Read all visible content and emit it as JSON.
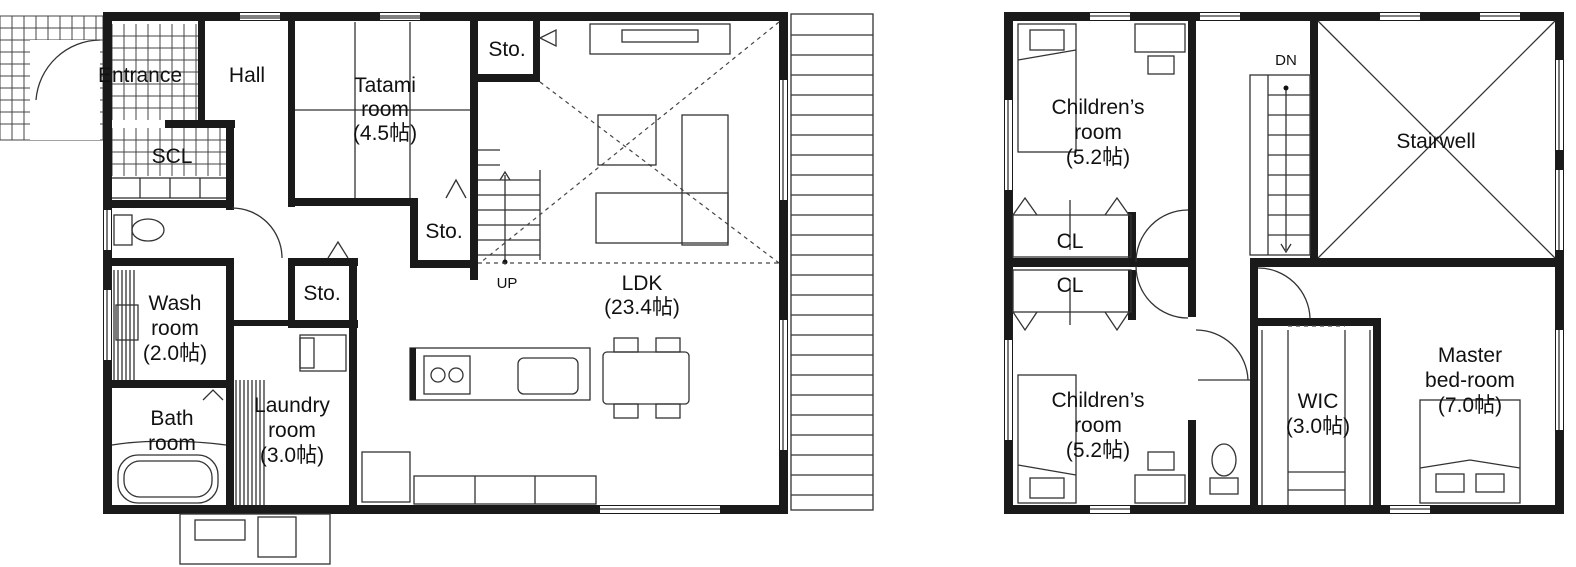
{
  "floors": {
    "first": {
      "rooms": {
        "entrance": "Entrance",
        "hall": "Hall",
        "tatami_1": "Tatami",
        "tatami_2": "room",
        "tatami_3": "(4.5帖)",
        "sto_top": "Sto.",
        "sto_mid": "Sto.",
        "sto_left": "Sto.",
        "scl": "SCL",
        "wash_1": "Wash",
        "wash_2": "room",
        "wash_3": "(2.0帖)",
        "bath_1": "Bath",
        "bath_2": "room",
        "laundry_1": "Laundry",
        "laundry_2": "room",
        "laundry_3": "(3.0帖)",
        "ldk_1": "LDK",
        "ldk_2": "(23.4帖)",
        "up": "UP"
      }
    },
    "second": {
      "rooms": {
        "child_top_1": "Children’s",
        "child_top_2": "room",
        "child_top_3": "(5.2帖)",
        "cl_top": "CL",
        "cl_bottom": "CL",
        "child_bot_1": "Children’s",
        "child_bot_2": "room",
        "child_bot_3": "(5.2帖)",
        "dn": "DN",
        "stairwell": "Stairwell",
        "wic_1": "WIC",
        "wic_2": "(3.0帖)",
        "master_1": "Master",
        "master_2": "bed-room",
        "master_3": "(7.0帖)"
      }
    }
  }
}
